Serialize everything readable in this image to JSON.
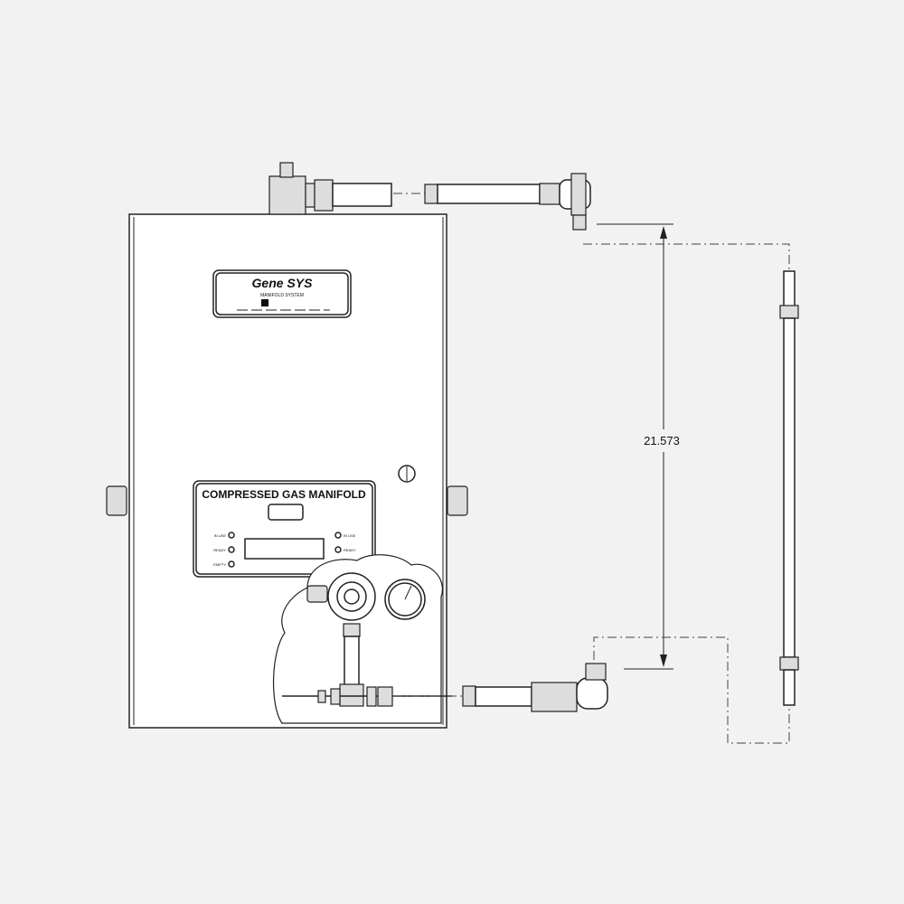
{
  "logo": {
    "brand": "Gene SYS",
    "subtitle": "MANIFOLD SYSTEM"
  },
  "panel": {
    "title": "COMPRESSED GAS MANIFOLD",
    "left_indicators": [
      "IN USE",
      "READY",
      "EMPTY"
    ],
    "right_indicators": [
      "IN USE",
      "READY"
    ]
  },
  "dimension": {
    "value": "21.573"
  }
}
